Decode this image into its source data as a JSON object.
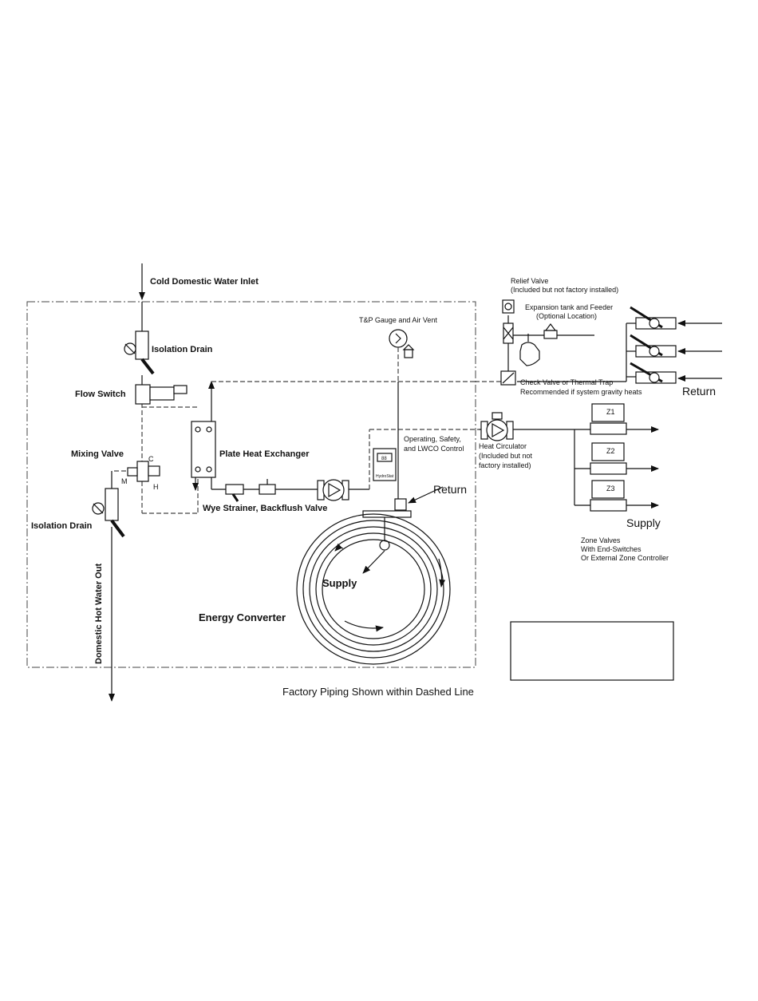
{
  "labels": {
    "cold_inlet": "Cold Domestic Water Inlet",
    "isolation_drain_top": "Isolation Drain",
    "flow_switch": "Flow Switch",
    "mixing_valve": "Mixing Valve",
    "mixing_c": "C",
    "mixing_m": "M",
    "mixing_h": "H",
    "isolation_drain_bottom": "Isolation Drain",
    "domestic_hot_out": "Domestic Hot Water Out",
    "plate_hx": "Plate Heat Exchanger",
    "wye_strainer": "Wye Strainer, Backflush Valve",
    "tp_gauge": "T&P Gauge and Air Vent",
    "control": [
      "Operating, Safety,",
      "and LWCO Control"
    ],
    "control_screen": "88",
    "control_brand": "HydroStat",
    "return_inner": "Return",
    "supply_inner": "Supply",
    "energy_converter": "Energy Converter",
    "relief_valve": [
      "Relief Valve",
      "(Included but not factory installed)"
    ],
    "expansion_tank": [
      "Expansion tank and Feeder",
      "(Optional Location)"
    ],
    "check_valve": [
      "Check Valve or Thermal Trap",
      "Recommended if system gravity heats"
    ],
    "return_outer": "Return",
    "heat_circulator": [
      "Heat Circulator",
      "(Included but not",
      "factory installed)"
    ],
    "zones": [
      "Z1",
      "Z2",
      "Z3"
    ],
    "supply_outer": "Supply",
    "zone_valves": [
      "Zone Valves",
      "With End-Switches",
      "Or External Zone Controller"
    ],
    "footer": "Factory Piping Shown within Dashed Line"
  },
  "colors": {
    "line": "#111111",
    "dash": "#444444",
    "background": "#ffffff"
  }
}
